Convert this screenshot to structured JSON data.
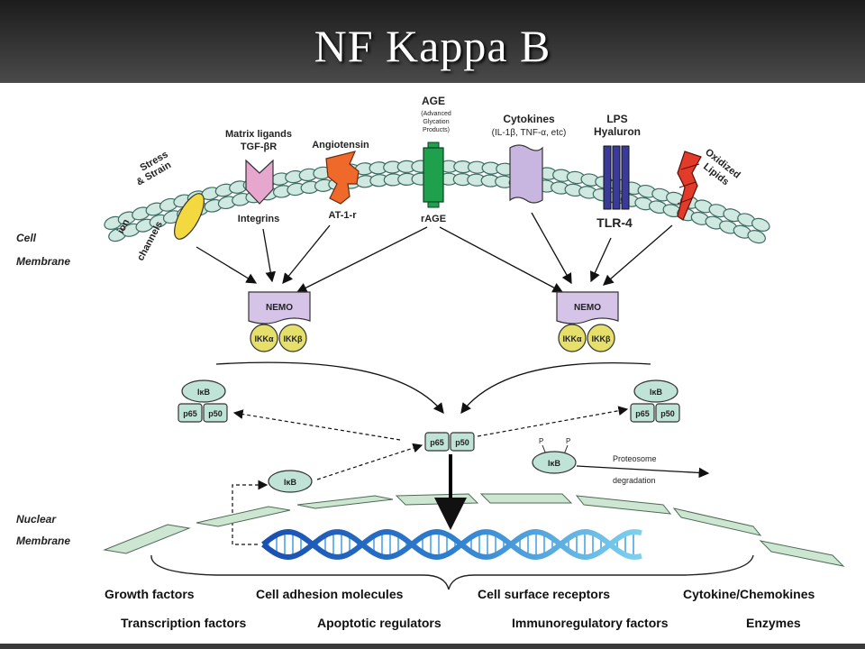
{
  "title": "NF Kappa B",
  "regions": {
    "cell_membrane": [
      "Cell",
      "Membrane"
    ],
    "nuclear_membrane": [
      "Nuclear",
      "Membrane"
    ]
  },
  "receptors": {
    "stress": {
      "top": [
        "Stress",
        "& Strain"
      ],
      "bottom": [
        "ion",
        "channels"
      ]
    },
    "integrin": {
      "top": [
        "Matrix ligands",
        "TGF-βR"
      ],
      "bottom": "Integrins"
    },
    "angiotensin": {
      "top": "Angiotensin",
      "bottom": "AT-1-r"
    },
    "rage": {
      "top": "AGE",
      "note": [
        "(Advanced",
        "Glycation",
        "Products)"
      ],
      "bottom": "rAGE"
    },
    "cytokine": {
      "top": "Cytokines",
      "sub": "(IL-1β, TNF-α, etc)"
    },
    "tlr4": {
      "top": [
        "LPS",
        "Hyaluron"
      ],
      "bottom": "TLR-4"
    },
    "oxidized": {
      "top": [
        "Oxidized",
        "Lipids"
      ]
    }
  },
  "complex": {
    "nemo": "NEMO",
    "ikka": "IKKα",
    "ikkb": "IKKβ"
  },
  "nfkb": {
    "ikb": "IκB",
    "p65": "p65",
    "p50": "p50",
    "p": "P"
  },
  "degradation": [
    "Proteosome",
    "degradation"
  ],
  "outputs": {
    "row1": [
      "Growth factors",
      "Cell adhesion molecules",
      "Cell surface receptors",
      "Cytokine/Chemokines"
    ],
    "row2": [
      "Transcription factors",
      "Apoptotic regulators",
      "Immunoregulatory factors",
      "Enzymes"
    ]
  },
  "colors": {
    "membrane": "#cfe9e0",
    "integrin": "#e7a6cd",
    "angiotensin": "#ef6a2a",
    "rage": "#1fa04c",
    "cytokine": "#c8b6e0",
    "tlr4": "#3a3a9a",
    "oxidized": "#e23b2a",
    "ion": "#f3d840",
    "nemo": "#d6c4e8",
    "ikk": "#e6e06a",
    "nfkb": "#bfe3d6",
    "dna": "#3a8fd6"
  }
}
